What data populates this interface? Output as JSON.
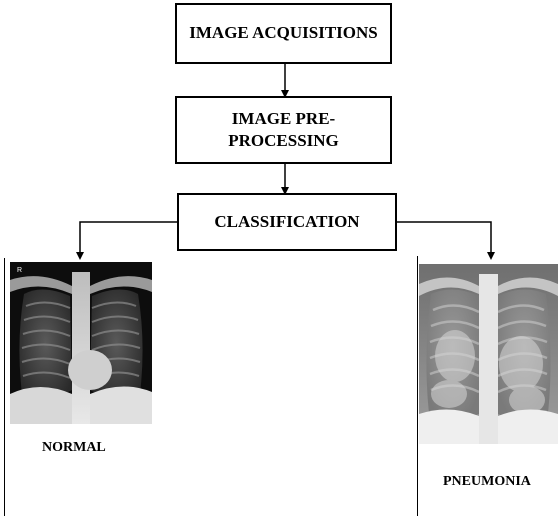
{
  "steps": {
    "acquisition": "IMAGE ACQUISITIONS",
    "preprocessing_line1": "IMAGE PRE-",
    "preprocessing_line2": "PROCESSING",
    "classification": "CLASSIFICATION"
  },
  "outputs": {
    "normal": {
      "label": "NORMAL",
      "marker": "R"
    },
    "pneumonia": {
      "label": "PNEUMONIA"
    }
  }
}
